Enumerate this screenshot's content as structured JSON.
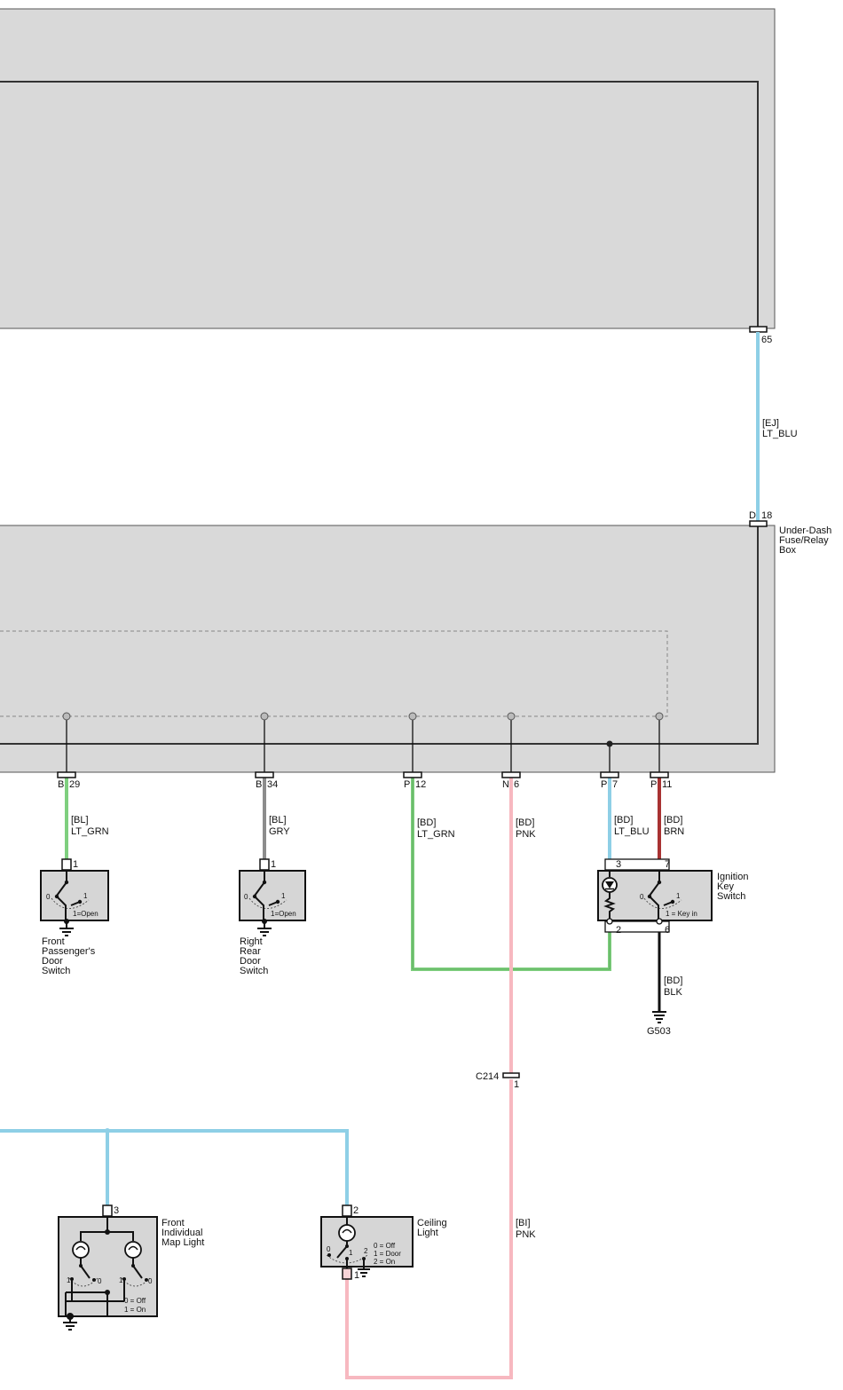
{
  "colors": {
    "lt_blu": "#8ecfe6",
    "lt_grn": "#7fcf7f",
    "gry": "#8c8c8c",
    "pnk": "#f7b8c0",
    "brn": "#a83232",
    "blk": "#111111",
    "box_fill": "#d9d9d9"
  },
  "top_box": {
    "pin": "65"
  },
  "wires": {
    "ej": {
      "code": "[EJ]",
      "color": "LT_BLU"
    },
    "b29": {
      "code": "[BL]",
      "color": "LT_GRN"
    },
    "b34": {
      "code": "[BL]",
      "color": "GRY"
    },
    "p12": {
      "code": "[BD]",
      "color": "LT_GRN"
    },
    "n6": {
      "code": "[BD]",
      "color": "PNK"
    },
    "p7": {
      "code": "[BD]",
      "color": "LT_BLU"
    },
    "p11": {
      "code": "[BD]",
      "color": "BRN"
    },
    "ground": {
      "code": "[BD]",
      "color": "BLK"
    },
    "bi": {
      "code": "[BI]",
      "color": "PNK"
    }
  },
  "fuse_box": {
    "name_lines": [
      "Under-Dash",
      "Fuse/Relay",
      "Box"
    ],
    "top_connector": {
      "letter": "D",
      "pin": "18"
    },
    "bottom_pins": [
      {
        "letter": "B",
        "pin": "29"
      },
      {
        "letter": "B",
        "pin": "34"
      },
      {
        "letter": "P",
        "pin": "12"
      },
      {
        "letter": "N",
        "pin": "6"
      },
      {
        "letter": "P",
        "pin": "7"
      },
      {
        "letter": "P",
        "pin": "11"
      }
    ]
  },
  "components": {
    "front_passenger_door_switch": {
      "name_lines": [
        "Front",
        "Passenger's",
        "Door",
        "Switch"
      ],
      "pin": "1",
      "pos0": "0",
      "pos1": "1",
      "legend": "1=Open"
    },
    "right_rear_door_switch": {
      "name_lines": [
        "Right",
        "Rear",
        "Door",
        "Switch"
      ],
      "pin": "1",
      "pos0": "0",
      "pos1": "1",
      "legend": "1=Open"
    },
    "ignition_key_switch": {
      "name_lines": [
        "Ignition",
        "Key",
        "Switch"
      ],
      "pin_tl": "3",
      "pin_tr": "7",
      "pin_bl": "2",
      "pin_br": "6",
      "pos0": "0",
      "pos1": "1",
      "legend": "1 = Key in"
    },
    "front_individual_map_light": {
      "name_lines": [
        "Front",
        "Individual",
        "Map Light"
      ],
      "pin": "3",
      "pos1a": "1",
      "pos0a": "0",
      "pos1b": "1",
      "pos0b": "0",
      "legend": [
        "0 = Off",
        "1 = On"
      ]
    },
    "ceiling_light": {
      "name_lines": [
        "Ceiling",
        "Light"
      ],
      "pin_top": "2",
      "pin_bottom": "1",
      "pos0": "0",
      "pos1": "1",
      "pos2": "2",
      "legend": [
        "0 = Off",
        "1 = Door",
        "2 = On"
      ]
    }
  },
  "ground_g503": "G503",
  "connector_c214": {
    "name": "C214",
    "pin": "1"
  }
}
